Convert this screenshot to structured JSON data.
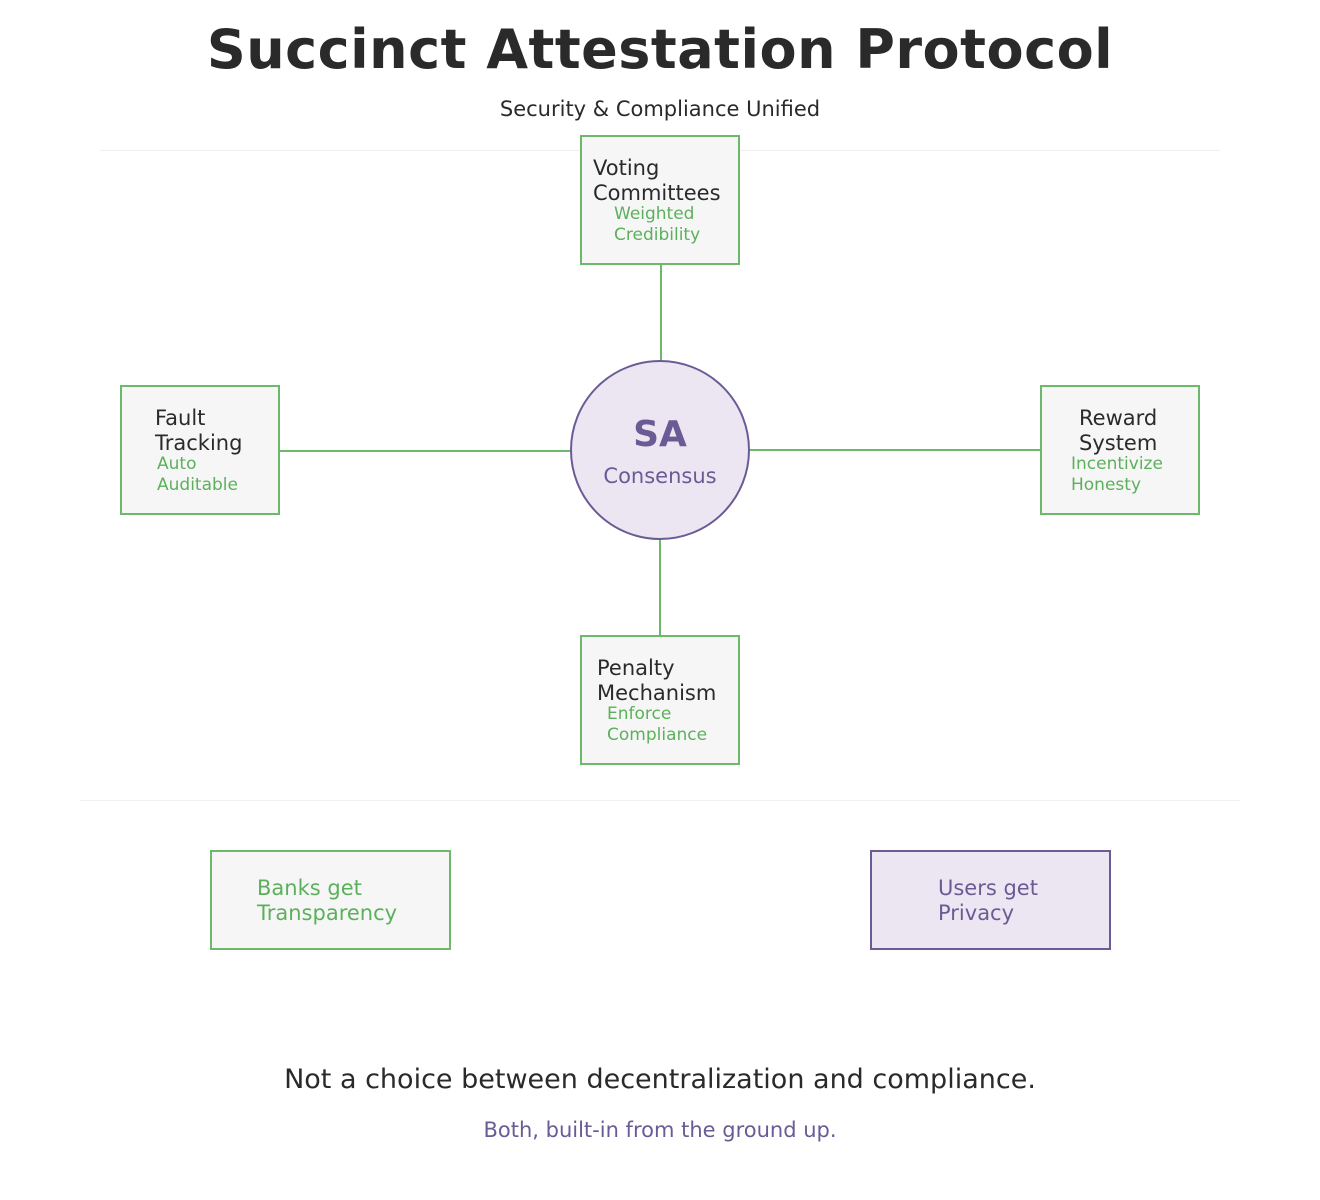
{
  "header": {
    "title": "Succinct Attestation Protocol",
    "subtitle": "Security & Compliance Unified"
  },
  "hub": {
    "label": "SA",
    "sublabel": "Consensus"
  },
  "nodes": {
    "voting": {
      "name": "Voting\nCommittees",
      "tag": "Weighted\nCredibility"
    },
    "fault": {
      "name": "Fault\nTracking",
      "tag": "Auto\nAuditable"
    },
    "reward": {
      "name": "Reward\nSystem",
      "tag": "Incentivize\nHonesty"
    },
    "penalty": {
      "name": "Penalty\nMechanism",
      "tag": "Enforce\nCompliance"
    }
  },
  "outcomes": {
    "banks": "Banks get\nTransparency",
    "users": "Users get\nPrivacy"
  },
  "footer": {
    "main": "Not a choice between decentralization and compliance.",
    "sub": "Both, built-in from the ground up."
  },
  "colors": {
    "green": "#6db86a",
    "purple": "#6b5b95",
    "purple_fill": "#ece6f3",
    "node_fill": "#f6f6f6",
    "text": "#2a2a2a"
  }
}
